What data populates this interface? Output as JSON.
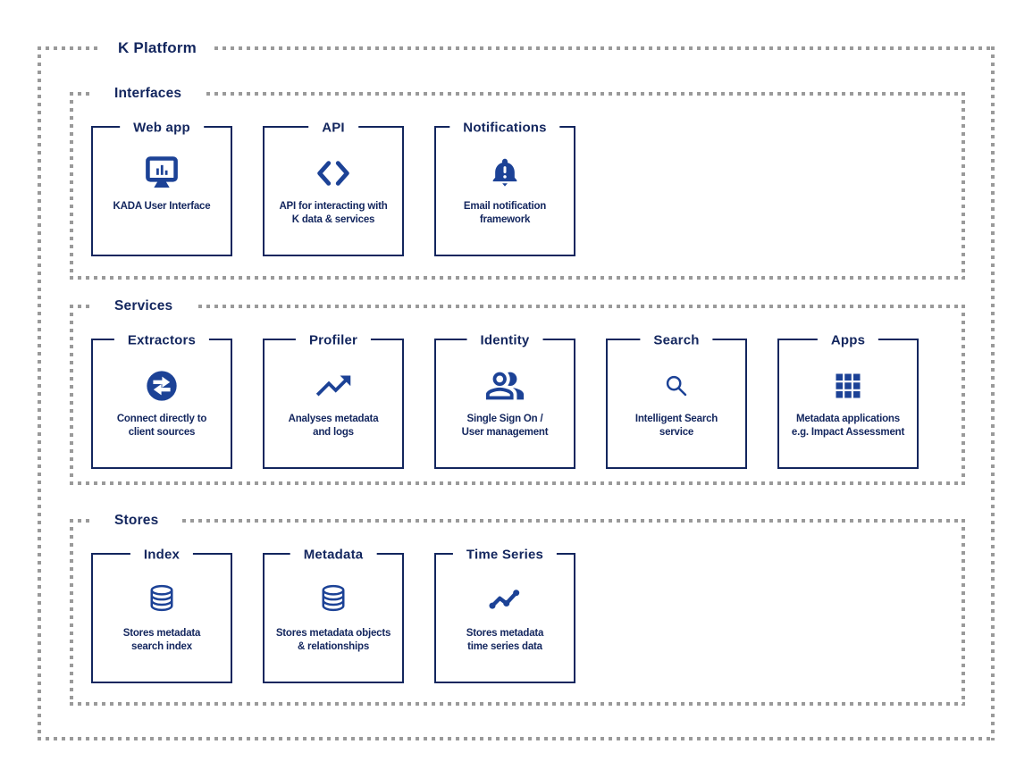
{
  "platform": {
    "title": "K Platform"
  },
  "colors": {
    "navy": "#13265E",
    "icon_blue": "#1C4296",
    "dash_gray": "#9A9A9A",
    "background": "#FFFFFF"
  },
  "sections": [
    {
      "label": "Interfaces",
      "cards": [
        {
          "title": "Web app",
          "icon": "monitor-chart-icon",
          "description": "KADA User Interface"
        },
        {
          "title": "API",
          "icon": "code-brackets-icon",
          "description": "API for interacting with\nK data & services"
        },
        {
          "title": "Notifications",
          "icon": "bell-alert-icon",
          "description": "Email notification\nframework"
        }
      ]
    },
    {
      "label": "Services",
      "cards": [
        {
          "title": "Extractors",
          "icon": "transfer-arrows-icon",
          "description": "Connect directly to\nclient sources"
        },
        {
          "title": "Profiler",
          "icon": "trending-up-icon",
          "description": "Analyses metadata\nand logs"
        },
        {
          "title": "Identity",
          "icon": "people-icon",
          "description": "Single Sign On /\nUser management"
        },
        {
          "title": "Search",
          "icon": "magnifier-icon",
          "description": "Intelligent Search\nservice"
        },
        {
          "title": "Apps",
          "icon": "grid-apps-icon",
          "description": "Metadata applications\ne.g. Impact Assessment"
        }
      ]
    },
    {
      "label": "Stores",
      "cards": [
        {
          "title": "Index",
          "icon": "database-icon",
          "description": "Stores metadata\nsearch index"
        },
        {
          "title": "Metadata",
          "icon": "database-icon",
          "description": "Stores metadata objects\n& relationships"
        },
        {
          "title": "Time Series",
          "icon": "line-chart-icon",
          "description": "Stores metadata\ntime series data"
        }
      ]
    }
  ]
}
